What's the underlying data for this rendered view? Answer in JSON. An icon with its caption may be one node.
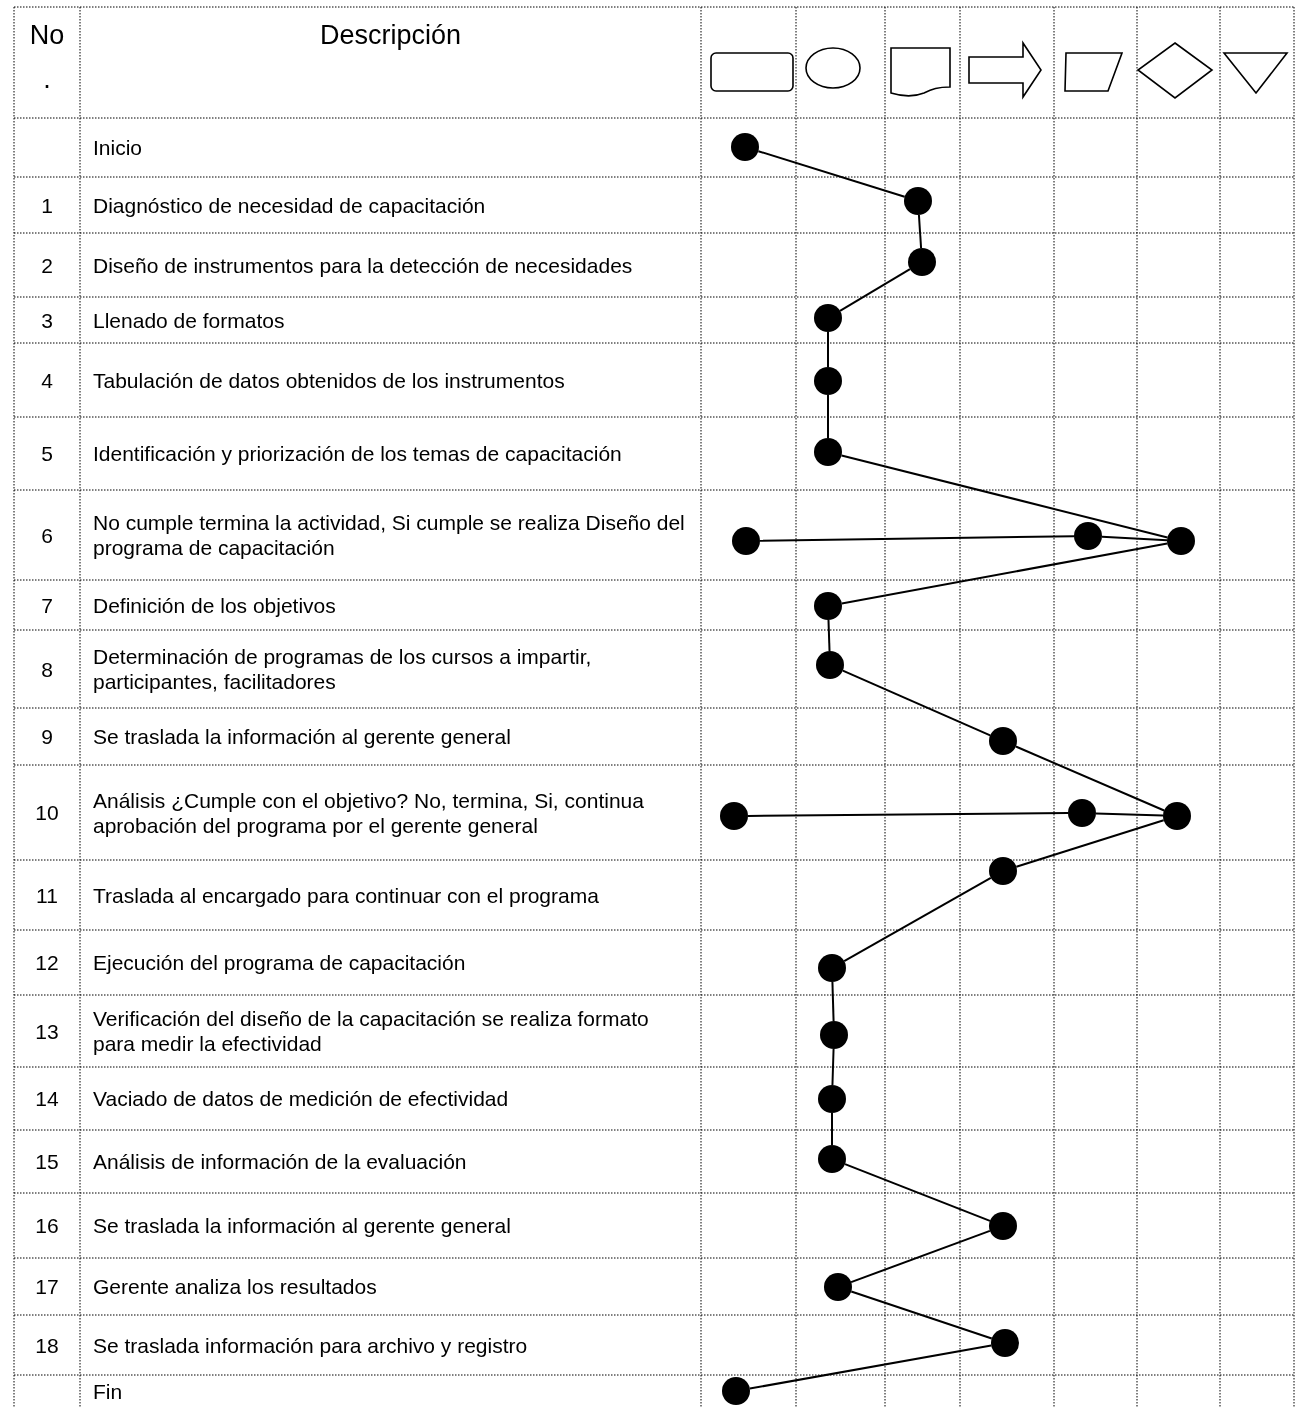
{
  "diagram": {
    "nodes": [
      {
        "text": [],
        "shape": "circle"
      },
      {
        "text": [],
        "shape": "circle"
      },
      {
        "text": [],
        "shape": "circle"
      },
      {
        "text": [],
        "shape": "circle"
      },
      {
        "text": [],
        "shape": "circle"
      },
      {
        "text": [],
        "shape": "circle"
      },
      {
        "text": [],
        "shape": "circle"
      },
      {
        "text": [],
        "shape": "circle"
      },
      {
        "text": [],
        "shape": "circle"
      },
      {
        "text": [],
        "shape": "circle"
      },
      {
        "text": [],
        "shape": "circle"
      },
      {
        "text": [],
        "shape": "circle"
      },
      {
        "text": [],
        "shape": "circle"
      },
      {
        "text": [],
        "shape": "circle"
      },
      {
        "text": [],
        "shape": "circle"
      },
      {
        "text": [],
        "shape": "circle"
      },
      {
        "text": [],
        "shape": "circle"
      },
      {
        "text": [],
        "shape": "circle"
      },
      {
        "text": [],
        "shape": "circle"
      },
      {
        "text": [],
        "shape": "circle"
      },
      {
        "text": [],
        "shape": "circle"
      },
      {
        "text": [],
        "shape": "circle"
      },
      {
        "text": [],
        "shape": "circle"
      },
      {
        "text": [],
        "shape": "circle"
      }
    ],
    "edges": [
      {
        "from": 0,
        "to": 1,
        "arrow": "none"
      },
      {
        "from": 1,
        "to": 2,
        "arrow": "none"
      },
      {
        "from": 2,
        "to": 3,
        "arrow": "none"
      },
      {
        "from": 3,
        "to": 4,
        "arrow": "none"
      },
      {
        "from": 4,
        "to": 5,
        "arrow": "none"
      },
      {
        "from": 5,
        "to": 8,
        "arrow": "none"
      },
      {
        "from": 8,
        "to": 7,
        "arrow": "none"
      },
      {
        "from": 7,
        "to": 6,
        "arrow": "none"
      },
      {
        "from": 8,
        "to": 9,
        "arrow": "none"
      },
      {
        "from": 9,
        "to": 10,
        "arrow": "none"
      },
      {
        "from": 10,
        "to": 11,
        "arrow": "none"
      },
      {
        "from": 11,
        "to": 14,
        "arrow": "none"
      },
      {
        "from": 14,
        "to": 13,
        "arrow": "none"
      },
      {
        "from": 13,
        "to": 12,
        "arrow": "none"
      },
      {
        "from": 14,
        "to": 15,
        "arrow": "none"
      },
      {
        "from": 15,
        "to": 16,
        "arrow": "none"
      },
      {
        "from": 16,
        "to": 17,
        "arrow": "none"
      },
      {
        "from": 17,
        "to": 18,
        "arrow": "none"
      },
      {
        "from": 18,
        "to": 19,
        "arrow": "none"
      },
      {
        "from": 19,
        "to": 20,
        "arrow": "none"
      },
      {
        "from": 20,
        "to": 21,
        "arrow": "none"
      },
      {
        "from": 21,
        "to": 22,
        "arrow": "none"
      },
      {
        "from": 22,
        "to": 23,
        "arrow": "none"
      }
    ],
    "labels": [
      "No .",
      "Descripción",
      "Inicio",
      "1",
      "Diagnóstico de necesidad de capacitación",
      "2",
      "Diseño de instrumentos para la detección de necesidades",
      "3",
      "Llenado de formatos",
      "4",
      "Tabulación de datos obtenidos de los instrumentos",
      "5",
      "Identificación y priorización de los temas de capacitación",
      "6",
      "No cumple termina la actividad, Si cumple se realiza Diseño del programa de capacitación",
      "7",
      "Definición de los objetivos",
      "8",
      "Determinación de programas de los cursos a impartir, participantes, facilitadores",
      "9",
      "Se traslada la información al gerente general",
      "10",
      "Análisis ¿Cumple con el objetivo? No, termina, Si, continua aprobación del programa por el gerente general",
      "11",
      "Traslada al encargado para continuar con el programa",
      "12",
      "Ejecución del programa de capacitación",
      "13",
      "Verificación del diseño de la capacitación se realiza formato para medir la efectividad",
      "14",
      "Vaciado de datos de medición de efectividad",
      "15",
      "Análisis de información de la evaluación",
      "16",
      "Se traslada la información al gerente general",
      "17",
      "Gerente analiza los resultados",
      "18",
      "Se traslada información para archivo y registro",
      "Fin"
    ]
  }
}
